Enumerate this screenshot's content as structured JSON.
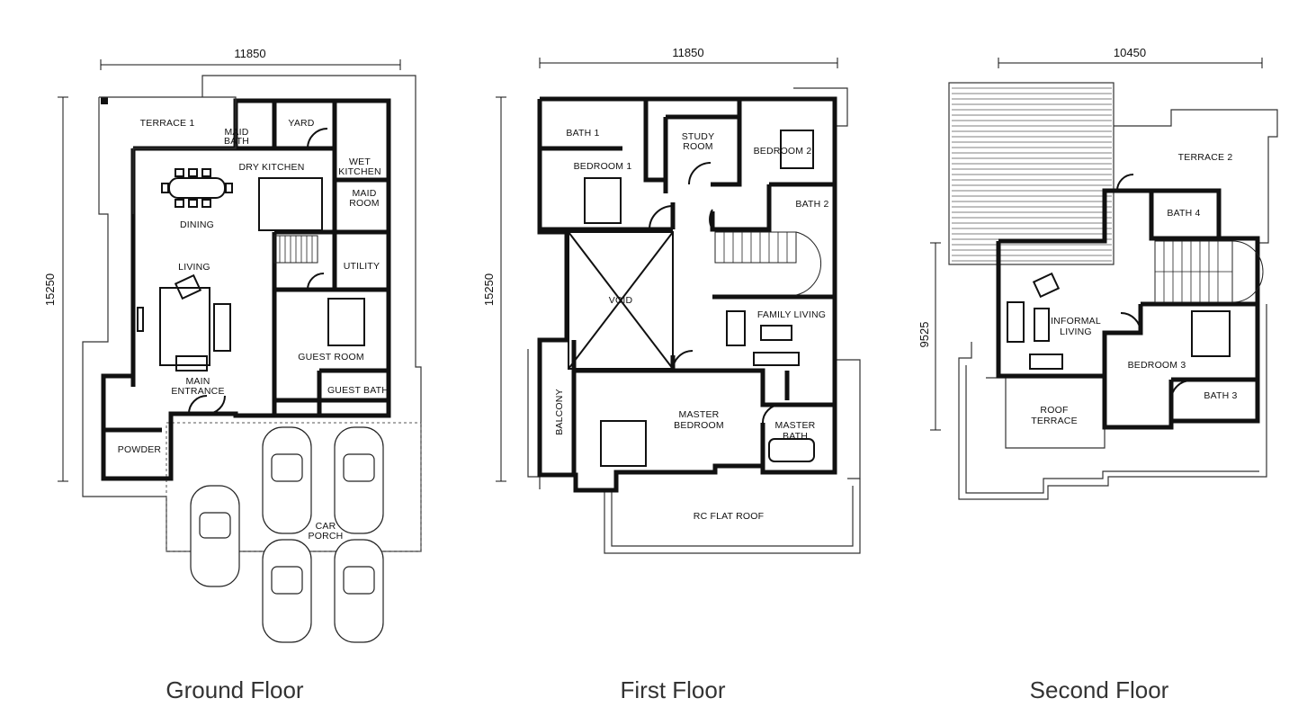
{
  "floors": [
    {
      "caption": "Ground Floor",
      "width_dim": "11850",
      "height_dim": "15250",
      "rooms": {
        "terrace": "TERRACE 1",
        "maid_bath_1": "MAID",
        "maid_bath_2": "BATH",
        "yard": "YARD",
        "wet_kitchen_1": "WET",
        "wet_kitchen_2": "KITCHEN",
        "dry_kitchen": "DRY KITCHEN",
        "maid_room_1": "MAID",
        "maid_room_2": "ROOM",
        "dining": "DINING",
        "living": "LIVING",
        "utility": "UTILITY",
        "guest_room": "GUEST ROOM",
        "main_entrance_1": "MAIN",
        "main_entrance_2": "ENTRANCE",
        "guest_bath": "GUEST BATH",
        "powder": "POWDER",
        "car_porch_1": "CAR",
        "car_porch_2": "PORCH"
      }
    },
    {
      "caption": "First Floor",
      "width_dim": "11850",
      "height_dim": "15250",
      "rooms": {
        "bath1": "BATH 1",
        "bedroom1": "BEDROOM 1",
        "study_1": "STUDY",
        "study_2": "ROOM",
        "bedroom2": "BEDROOM 2",
        "bath2": "BATH 2",
        "void": "VOID",
        "family_living": "FAMILY LIVING",
        "balcony": "BALCONY",
        "master_bedroom_1": "MASTER",
        "master_bedroom_2": "BEDROOM",
        "master_bath_1": "MASTER",
        "master_bath_2": "BATH",
        "rc_flat_roof": "RC FLAT ROOF"
      }
    },
    {
      "caption": "Second Floor",
      "width_dim": "10450",
      "height_dim": "9525",
      "rooms": {
        "terrace2": "TERRACE 2",
        "bath4": "BATH 4",
        "informal_1": "INFORMAL",
        "informal_2": "LIVING",
        "bedroom3": "BEDROOM 3",
        "roof_terrace_1": "ROOF",
        "roof_terrace_2": "TERRACE",
        "bath3": "BATH 3"
      }
    }
  ]
}
